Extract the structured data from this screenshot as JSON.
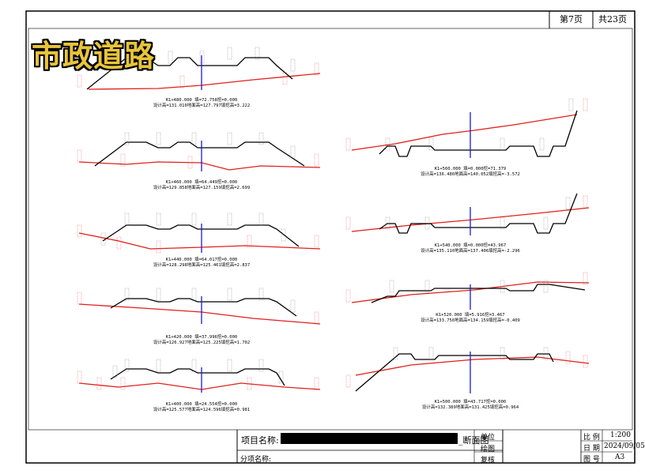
{
  "watermark": "市政道路",
  "header": {
    "page": "第7页",
    "total": "共23页"
  },
  "title_block": {
    "project_label": "项目名称:",
    "project_suffix": "_断面图",
    "sub_label": "分项名称:",
    "unit_label": "单位",
    "draw_label": "绘图",
    "review_label": "复核",
    "scale_label": "比 例",
    "scale_value": "1:200",
    "date_label": "日 期",
    "date_value": "2024/09/05",
    "sheet_label": "图 号",
    "sheet_value": "A3"
  },
  "sections": [
    {
      "id": "k1-480",
      "line1": "K1+480.000 填=72.758挖=0.000",
      "line2": "设计高=131.010地面高=127.797填挖高=3.222"
    },
    {
      "id": "k1-460",
      "line1": "K1+460.000 填=64.449挖=0.000",
      "line2": "设计高=129.858地面高=127.159填挖高=2.699"
    },
    {
      "id": "k1-440",
      "line1": "K1+440.000 填=64.017挖=0.000",
      "line2": "设计高=128.298地面高=125.461填挖高=2.837"
    },
    {
      "id": "k1-420",
      "line1": "K1+420.000 填=37.996挖=0.000",
      "line2": "设计高=126.927地面高=125.225填挖高=1.702"
    },
    {
      "id": "k1-400",
      "line1": "K1+400.000 填=24.554挖=0.000",
      "line2": "设计高=125.577地面高=124.596填挖高=0.981"
    },
    {
      "id": "k1-560",
      "line1": "K1+560.000 填=0.000挖=71.379",
      "line2": "设计高=136.480地面高=140.052填挖高=-3.572"
    },
    {
      "id": "k1-540",
      "line1": "K1+540.000 填=0.000挖=43.967",
      "line2": "设计高=135.110地面高=137.406填挖高=-2.296"
    },
    {
      "id": "k1-520",
      "line1": "K1+520.000 填=5.916挖=3.467",
      "line2": "设计高=133.750地面高=134.159填挖高=-0.409"
    },
    {
      "id": "k1-500",
      "line1": "K1+500.000 填=43.717挖=0.000",
      "line2": "设计高=132.389地面高=131.425填挖高=0.964"
    }
  ]
}
